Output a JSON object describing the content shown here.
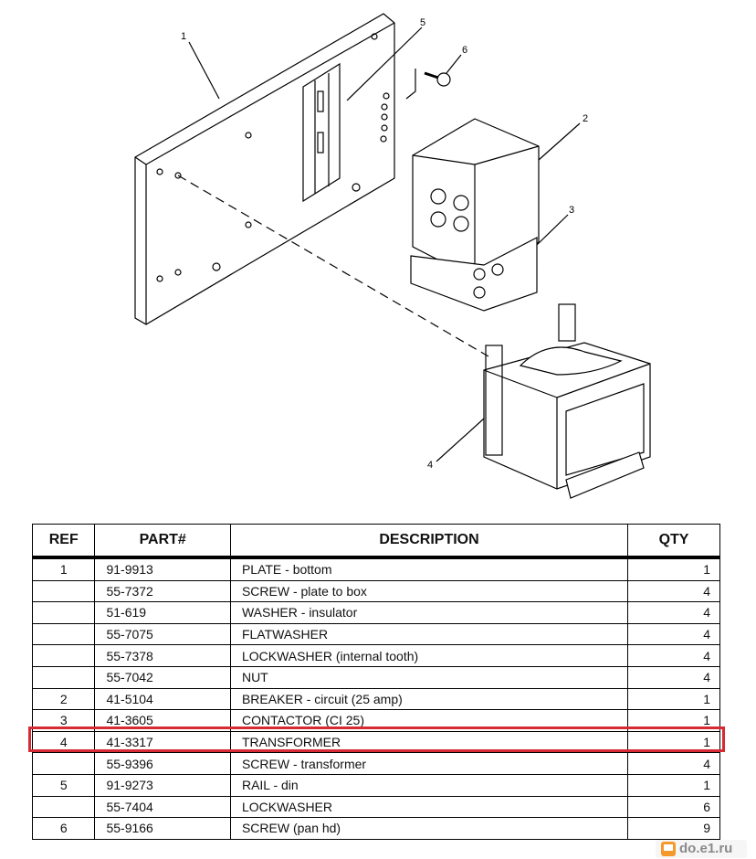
{
  "diagram": {
    "callouts": [
      "1",
      "2",
      "3",
      "4",
      "5",
      "6"
    ]
  },
  "table": {
    "headers": [
      "REF",
      "PART#",
      "DESCRIPTION",
      "QTY"
    ],
    "rows": [
      {
        "ref": "1",
        "part": "91-9913",
        "desc": "PLATE - bottom",
        "qty": "1"
      },
      {
        "ref": "",
        "part": "55-7372",
        "desc": "SCREW - plate to box",
        "qty": "4"
      },
      {
        "ref": "",
        "part": "51-619",
        "desc": "WASHER - insulator",
        "qty": "4"
      },
      {
        "ref": "",
        "part": "55-7075",
        "desc": "FLATWASHER",
        "qty": "4"
      },
      {
        "ref": "",
        "part": "55-7378",
        "desc": "LOCKWASHER (internal tooth)",
        "qty": "4"
      },
      {
        "ref": "",
        "part": "55-7042",
        "desc": "NUT",
        "qty": "4"
      },
      {
        "ref": "2",
        "part": "41-5104",
        "desc": "BREAKER - circuit (25 amp)",
        "qty": "1"
      },
      {
        "ref": "3",
        "part": "41-3605",
        "desc": "CONTACTOR (CI 25)",
        "qty": "1"
      },
      {
        "ref": "4",
        "part": "41-3317",
        "desc": "TRANSFORMER",
        "qty": "1"
      },
      {
        "ref": "",
        "part": "55-9396",
        "desc": "SCREW - transformer",
        "qty": "4"
      },
      {
        "ref": "5",
        "part": "91-9273",
        "desc": "RAIL - din",
        "qty": "1"
      },
      {
        "ref": "",
        "part": "55-7404",
        "desc": "LOCKWASHER",
        "qty": "6"
      },
      {
        "ref": "6",
        "part": "55-9166",
        "desc": "SCREW (pan hd)",
        "qty": "9"
      }
    ],
    "highlight_color": "#d62b35"
  },
  "watermark": {
    "text": "do.e1.ru"
  }
}
